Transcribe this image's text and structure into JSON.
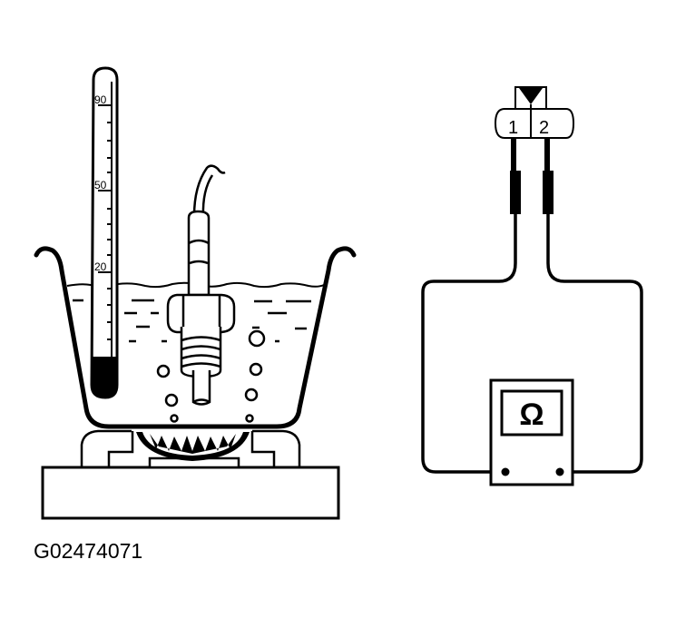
{
  "figure": {
    "id_label": "G02474071",
    "description": "Coolant temperature sensor test: sensor in heated water with thermometer; ohmmeter connected to sensor terminals 1 and 2"
  },
  "thermometer": {
    "scale_labels": [
      "90",
      "50",
      "20"
    ]
  },
  "connector": {
    "pins": [
      "1",
      "2"
    ]
  },
  "ohmmeter": {
    "symbol": "Ω"
  },
  "colors": {
    "line": "#000000",
    "background": "#ffffff"
  }
}
